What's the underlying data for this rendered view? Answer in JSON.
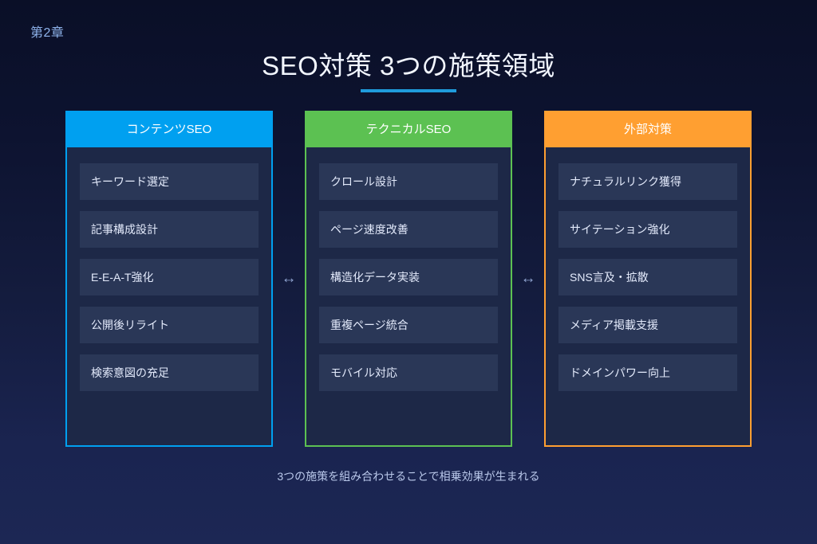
{
  "chapter": {
    "label": "第2章"
  },
  "header": {
    "title": "SEO対策 3つの施策領域",
    "accent_color": "#1f9bdb"
  },
  "connectors": [
    {
      "glyph": "↔",
      "name": "arrow-left-right-icon"
    },
    {
      "glyph": "↔",
      "name": "arrow-left-right-icon"
    }
  ],
  "columns": [
    {
      "id": "content-seo",
      "title": "コンテンツSEO",
      "accent_color": "#00a0f0",
      "items": [
        "キーワード選定",
        "記事構成設計",
        "E-E-A-T強化",
        "公開後リライト",
        "検索意図の充足"
      ]
    },
    {
      "id": "technical-seo",
      "title": "テクニカルSEO",
      "accent_color": "#5cc152",
      "items": [
        "クロール設計",
        "ページ速度改善",
        "構造化データ実装",
        "重複ページ統合",
        "モバイル対応"
      ]
    },
    {
      "id": "external-seo",
      "title": "外部対策",
      "accent_color": "#ff9f31",
      "items": [
        "ナチュラルリンク獲得",
        "サイテーション強化",
        "SNS言及・拡散",
        "メディア掲載支援",
        "ドメインパワー向上"
      ]
    }
  ],
  "footer": {
    "note": "3つの施策を組み合わせることで相乗効果が生まれる"
  },
  "theme": {
    "background_top": "#0a0f27",
    "background_bottom": "#1c2754",
    "card_body": "#1d2847",
    "chip_background": "#2a3757",
    "chapter_color": "#8fb4ec",
    "footer_color": "#b9c8ea"
  }
}
